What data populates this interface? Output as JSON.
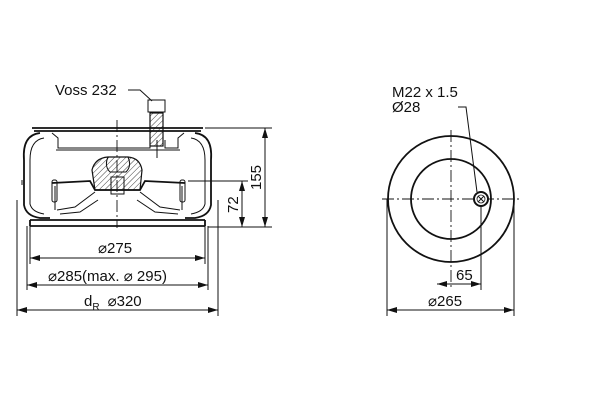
{
  "side_view": {
    "connector_label": "Voss 232",
    "dim_height": "155",
    "dim_min_height": "72",
    "dim_d1": "⌀275",
    "dim_d2": "⌀285(max. ⌀ 295)",
    "dim_d3_prefix": "d",
    "dim_d3_sub": "R",
    "dim_d3_value": "⌀320"
  },
  "top_view": {
    "thread_label": "M22 x 1.5",
    "port_dia_label": "Ø28",
    "dim_offset": "65",
    "dim_outer": "⌀265"
  }
}
